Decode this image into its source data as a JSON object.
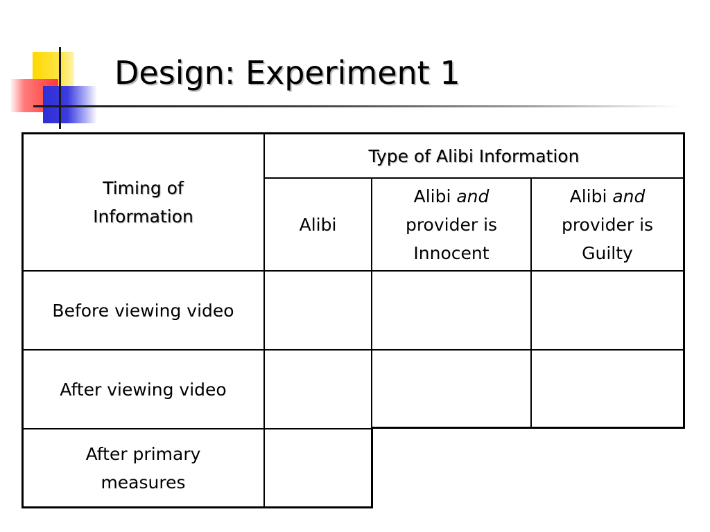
{
  "slide": {
    "title": "Design: Experiment 1"
  },
  "table": {
    "row_header_title_line1": "Timing of",
    "row_header_title_line2": "Information",
    "group_header": "Type of Alibi Information",
    "columns": [
      {
        "line1_prefix": "Alibi",
        "line1_emphasis": "",
        "line2": "",
        "line3": ""
      },
      {
        "line1_prefix": "Alibi ",
        "line1_emphasis": "and",
        "line2": "provider is",
        "line3": "Innocent"
      },
      {
        "line1_prefix": "Alibi ",
        "line1_emphasis": "and",
        "line2": "provider is",
        "line3": "Guilty"
      }
    ],
    "rows": [
      {
        "line1": "Before viewing video",
        "line2": ""
      },
      {
        "line1": "After viewing video",
        "line2": ""
      },
      {
        "line1": "After primary",
        "line2": "measures"
      }
    ]
  }
}
